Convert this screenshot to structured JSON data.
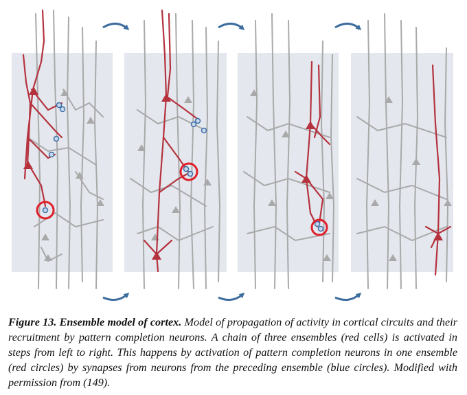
{
  "figure": {
    "colors": {
      "panel_bg": "#e4e7ee",
      "neuron_gray": "#a9a9a9",
      "neuron_red": "#b5323d",
      "highlight_circle": "#e0202a",
      "synapse_blue": "#3d6fa8",
      "arrow_blue": "#3d6d9e"
    },
    "panels": [
      {
        "name": "panel-1",
        "highlight": true,
        "synapses": 5
      },
      {
        "name": "panel-2",
        "highlight": true,
        "synapses": 5
      },
      {
        "name": "panel-3",
        "highlight": true,
        "synapses": 2
      },
      {
        "name": "panel-4",
        "highlight": false,
        "synapses": 0
      }
    ],
    "arrows": {
      "top_count": 3,
      "bottom_count": 3,
      "icon": "curved-arrow-icon"
    }
  },
  "caption": {
    "label": "Figure 13. Ensemble model of cortex.",
    "text": " Model of propagation of activity in cortical circuits and their recruitment by pattern completion neurons. A chain of three ensembles (red cells) is activated in steps from left to right. This happens by activation of pattern completion neurons in one ensemble (red circles) by synapses from neurons from the preceding ensemble (blue circles). Modified with permission from (149)."
  }
}
